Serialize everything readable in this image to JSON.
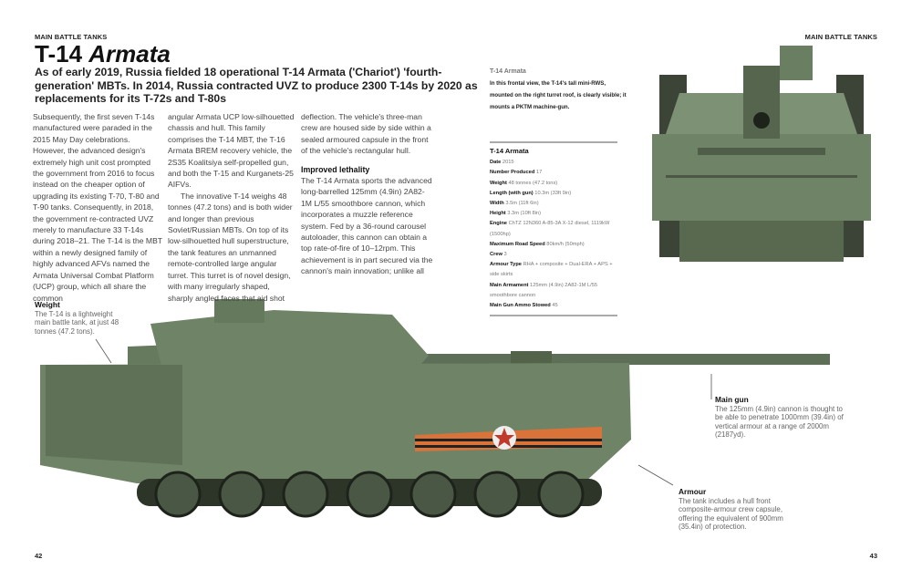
{
  "running_head_left": "MAIN BATTLE TANKS",
  "running_head_right": "MAIN BATTLE TANKS",
  "title_plain": "T-14 ",
  "title_italic": "Armata",
  "deck": "As of early 2019, Russia fielded 18 operational T-14 Armata ('Chariot') 'fourth-generation' MBTs. In 2014, Russia contracted UVZ to produce 2300 T-14s by 2020 as replacements for its T-72s and T-80s",
  "body": {
    "col1": "Subsequently, the first seven T-14s manufactured were paraded in the 2015 May Day celebrations. However, the advanced design's extremely high unit cost prompted the government from 2016 to focus instead on the cheaper option of upgrading its existing T-70, T-80 and T-90 tanks. Consequently, in 2018, the government re-contracted UVZ merely to manufacture 33 T-14s during 2018–21. The T-14 is the MBT within a newly designed family of highly advanced AFVs named the Armata Universal Combat Platform (UCP) group, which all share the common",
    "col2a": "angular Armata UCP low-silhouetted chassis and hull. This family comprises the T-14 MBT, the T-16 Armata BREM recovery vehicle, the 2S35 Koalitsiya self-propelled gun, and both the T-15 and Kurganets-25 AIFVs.",
    "col2b": "The innovative T-14 weighs 48 tonnes (47.2 tons) and is both wider and longer than previous Soviet/Russian MBTs. On top of its low-silhouetted hull superstructure, the tank features an unmanned remote-controlled large angular turret. This turret is of novel design, with many irregularly shaped, sharply angled faces that aid shot",
    "col3a": "deflection. The vehicle's three-man crew are housed side by side within a sealed armoured capsule in the front of the vehicle's rectangular hull.",
    "col3_heading": "Improved lethality",
    "col3b": "The T-14 Armata sports the advanced long-barrelled 125mm (4.9in) 2A82-1M L/55 smoothbore cannon, which incorporates a muzzle reference system. Fed by a 36-round carousel autoloader, this cannon can obtain a top rate-of-fire of 10–12rpm. This achievement is in part secured via the cannon's main innovation; unlike all"
  },
  "caption": {
    "title": "T-14 Armata",
    "text": "In this frontal view, the T-14's tall mini-RWS, mounted on the right turret roof, is clearly visible; it mounts a PKTM machine-gun."
  },
  "specs": {
    "title": "T-14 Armata",
    "rows": [
      {
        "label": "Date",
        "value": "2015"
      },
      {
        "label": "Number Produced",
        "value": "17"
      },
      {
        "label": "Weight",
        "value": "48 tonnes (47.2 tons)"
      },
      {
        "label": "Length (with gun)",
        "value": "10.3m (33ft 9in)"
      },
      {
        "label": "Width",
        "value": "3.5m (11ft 6in)"
      },
      {
        "label": "Height",
        "value": "3.3m (10ft 8in)"
      },
      {
        "label": "Engine",
        "value": "ChTZ 12N360 A-85-3A X-12 diesel, 1119kW (1500hp)"
      },
      {
        "label": "Maximum Road Speed",
        "value": "80km/h (50mph)"
      },
      {
        "label": "Crew",
        "value": "3"
      },
      {
        "label": "Armour Type",
        "value": "RHA + composite + Dual-ERA + APS + side skirts"
      },
      {
        "label": "Main Armament",
        "value": "125mm (4.9in) 2A82-1M L/55 smoothbore cannon"
      },
      {
        "label": "Main Gun Ammo Stowed",
        "value": "45"
      }
    ]
  },
  "annotations": {
    "weight": {
      "title": "Weight",
      "text": "The T-14 is a lightweight main battle tank, at just 48 tonnes (47.2 tons)."
    },
    "main_gun": {
      "title": "Main gun",
      "text": "The 125mm (4.9in) cannon is thought to be able to penetrate 1000mm (39.4in) of vertical armour at a range of 2000m (2187yd)."
    },
    "armour": {
      "title": "Armour",
      "text": "The tank includes a hull front composite-armour crew capsule, offering the equivalent of 900mm (35.4in) of protection."
    }
  },
  "page_left": "42",
  "page_right": "43",
  "colors": {
    "tank_green": "#6f8467",
    "tank_dark": "#3b4436",
    "stripe_orange": "#d9733a"
  }
}
